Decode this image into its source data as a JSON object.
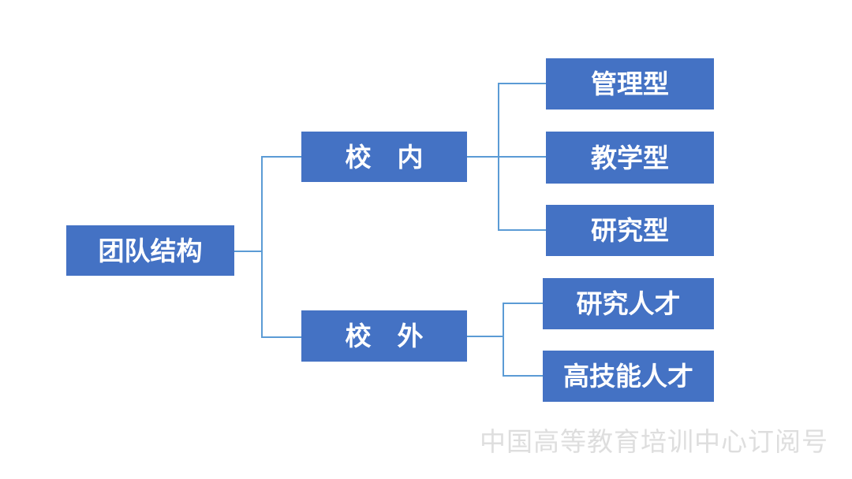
{
  "diagram": {
    "title_node": "团队结构",
    "colors": {
      "node_fill": "#4472C4",
      "node_text": "#ffffff",
      "connector": "#5B9BD5",
      "watermark_text": "#dedede",
      "background": "#ffffff"
    }
  },
  "nodes": {
    "root": {
      "label": "团队结构"
    },
    "campus_internal": {
      "label": "校　内"
    },
    "campus_external": {
      "label": "校　外"
    },
    "management": {
      "label": "管理型"
    },
    "teaching": {
      "label": "教学型"
    },
    "research": {
      "label": "研究型"
    },
    "research_talent": {
      "label": "研究人才"
    },
    "high_skill_talent": {
      "label": "高技能人才"
    }
  },
  "edges": [
    {
      "from": "root",
      "to": "campus_internal"
    },
    {
      "from": "root",
      "to": "campus_external"
    },
    {
      "from": "campus_internal",
      "to": "management"
    },
    {
      "from": "campus_internal",
      "to": "teaching"
    },
    {
      "from": "campus_internal",
      "to": "research"
    },
    {
      "from": "campus_external",
      "to": "research_talent"
    },
    {
      "from": "campus_external",
      "to": "high_skill_talent"
    }
  ],
  "watermark": {
    "text": "中国高等教育培训中心订阅号"
  }
}
